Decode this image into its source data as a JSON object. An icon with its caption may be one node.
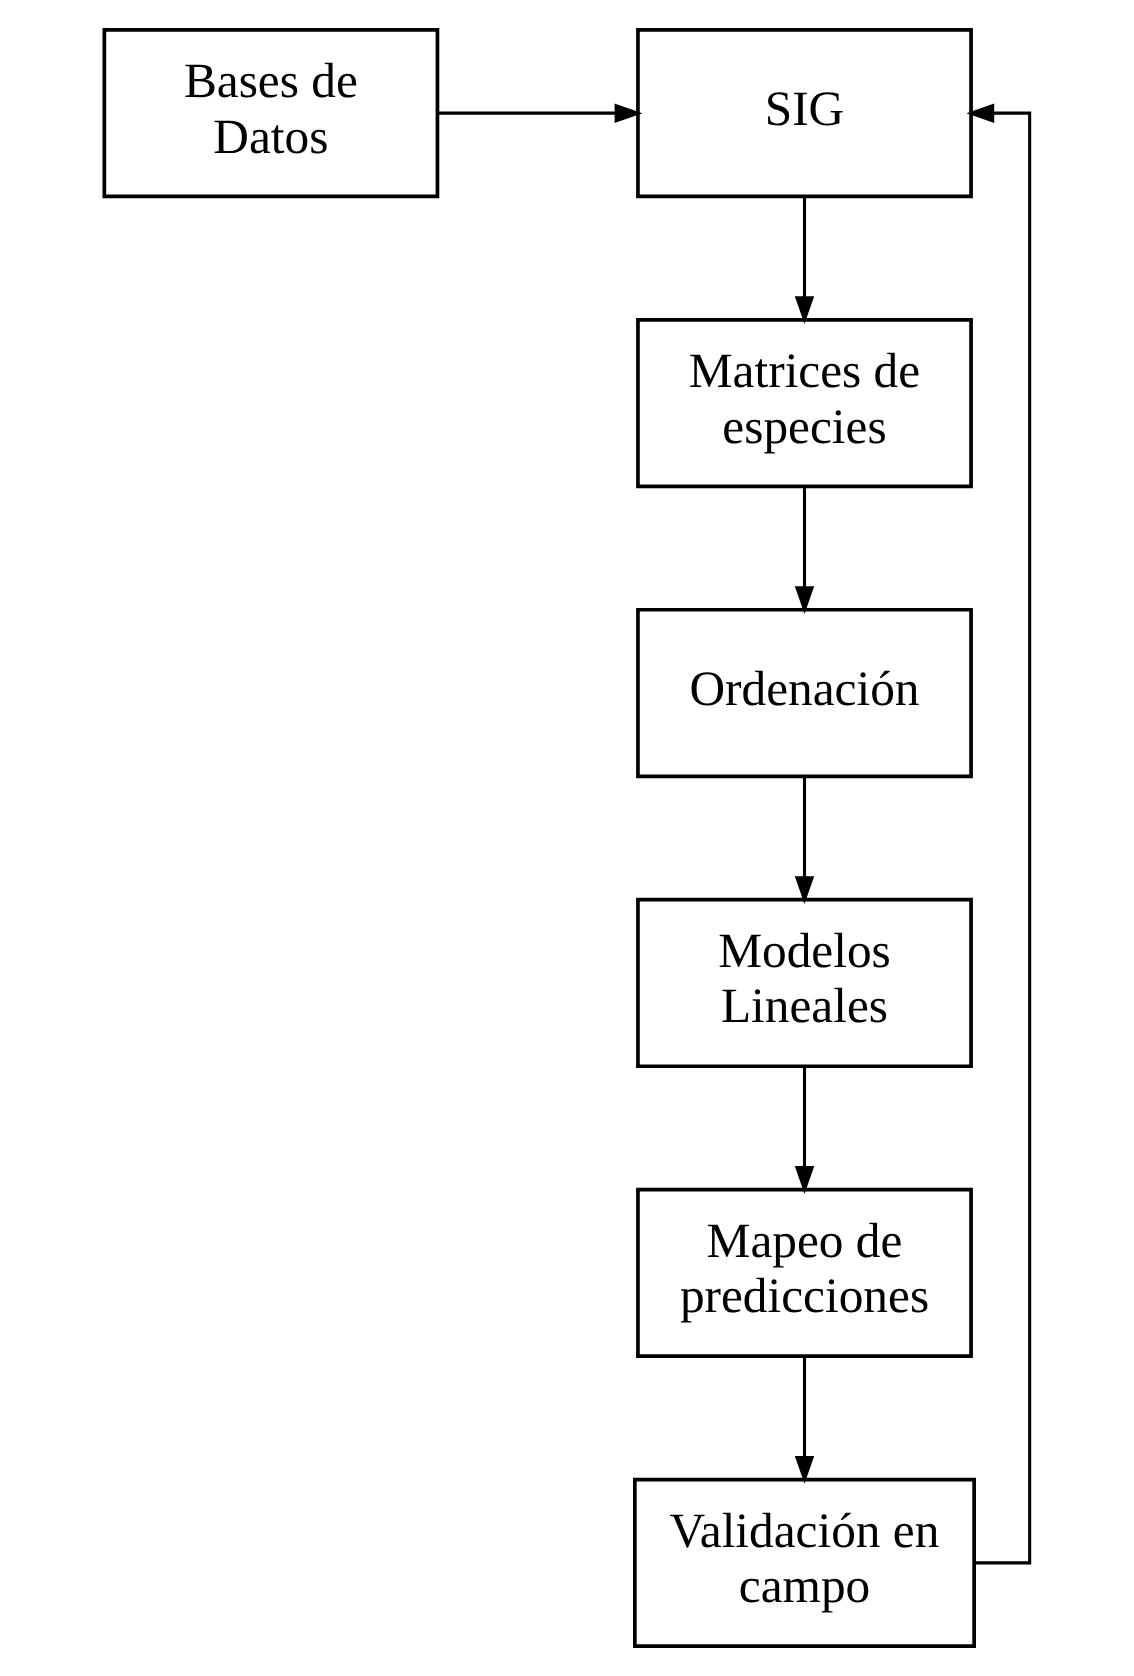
{
  "diagram": {
    "nodes": [
      {
        "text": [
          "Bases de Datos"
        ]
      },
      {
        "text": [
          "SIG"
        ]
      },
      {
        "text": [
          "Matrices de especies"
        ]
      },
      {
        "text": [
          "Ordenación"
        ]
      },
      {
        "text": [
          "Modelos Lineales"
        ]
      },
      {
        "text": [
          "Mapeo de predicciones"
        ]
      },
      {
        "text": [
          "Validación en campo"
        ]
      }
    ],
    "edges": [
      {
        "from": 0,
        "to": 1,
        "arrow": "to"
      },
      {
        "from": 1,
        "to": 2,
        "arrow": "to"
      },
      {
        "from": 2,
        "to": 3,
        "arrow": "to"
      },
      {
        "from": 3,
        "to": 4,
        "arrow": "to"
      },
      {
        "from": 4,
        "to": 5,
        "arrow": "to"
      },
      {
        "from": 5,
        "to": 6,
        "arrow": "to"
      },
      {
        "from": 6,
        "to": 1,
        "arrow": "to"
      }
    ]
  }
}
